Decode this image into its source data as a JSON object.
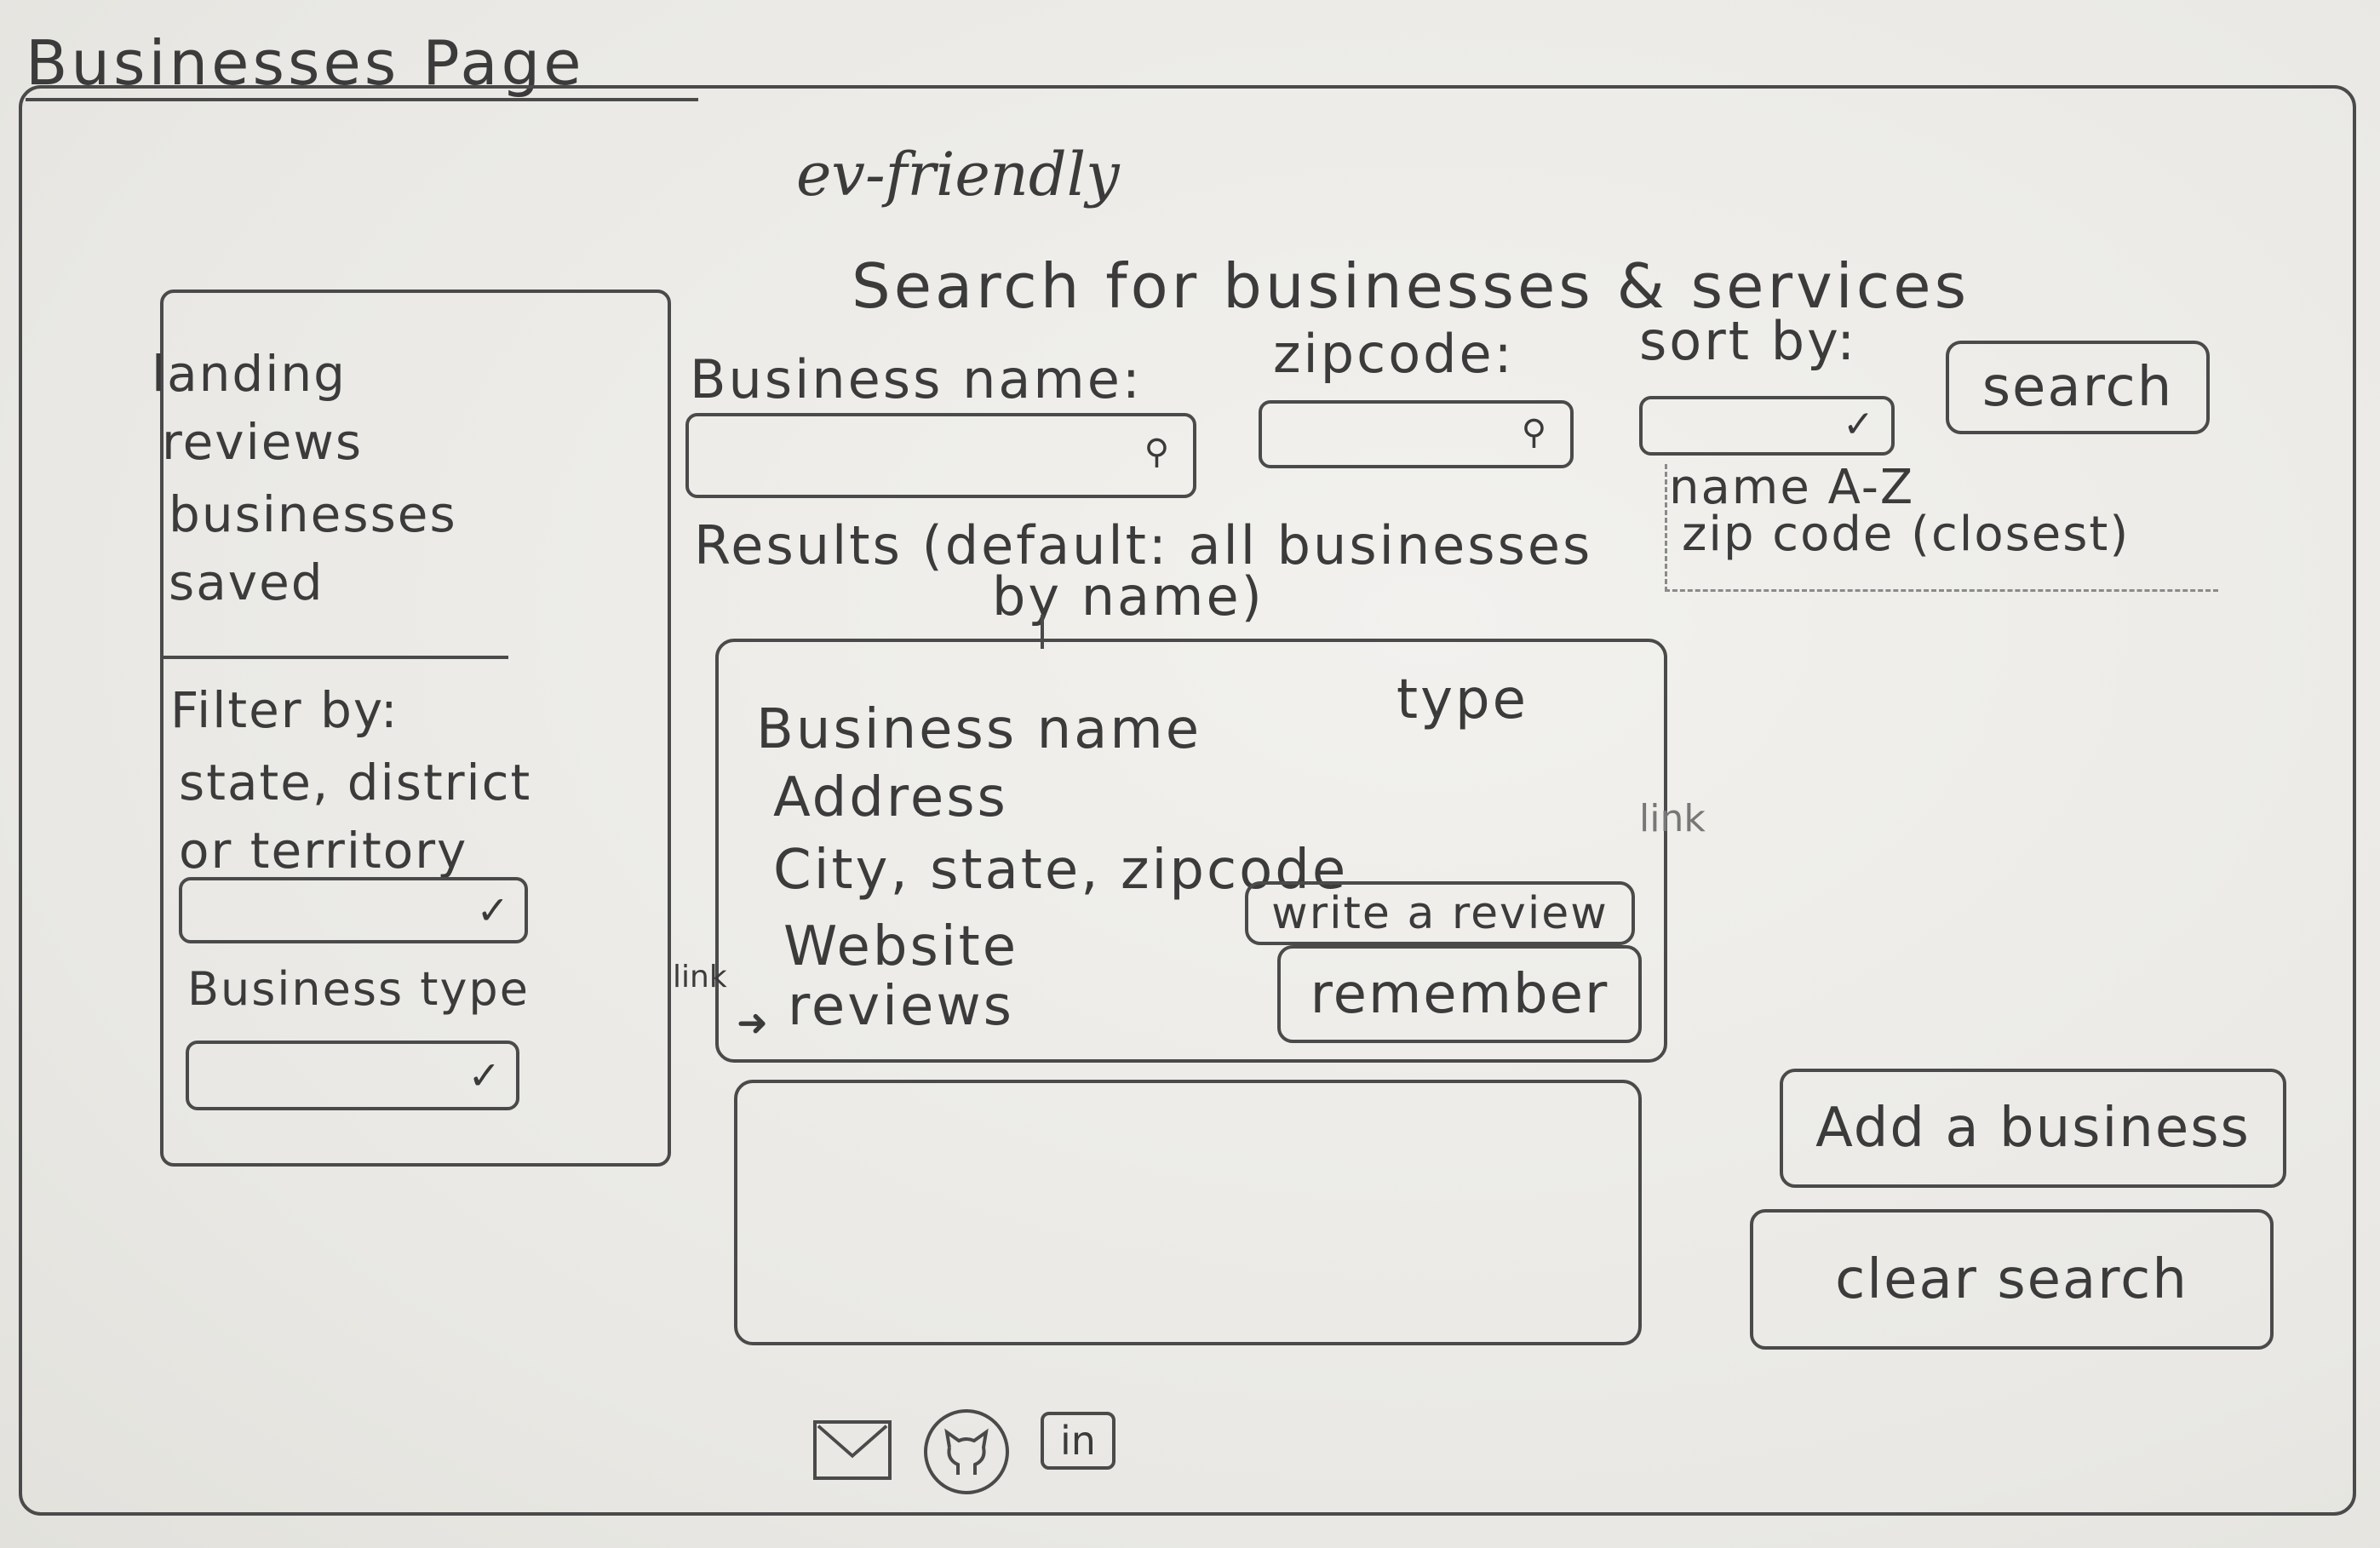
{
  "page_title": "Businesses Page",
  "brand": "ev-friendly",
  "heading": "Search for businesses & services",
  "search": {
    "business_name_label": "Business name:",
    "zipcode_label": "zipcode:",
    "sort_by_label": "sort by:",
    "search_button": "search",
    "sort_options": [
      "name A-Z",
      "zip code (closest)"
    ],
    "search_icon": "magnifier-icon",
    "dropdown_icon": "check-chevron-icon"
  },
  "results": {
    "label_line1": "Results (default: all businesses",
    "label_line2": "by name)"
  },
  "sidebar": {
    "nav": [
      "landing",
      "reviews",
      "businesses",
      "saved"
    ],
    "filter_label_line1": "Filter by:",
    "filter_label_line2": "state, district",
    "filter_label_line3": "or territory",
    "business_type_label": "Business type"
  },
  "card": {
    "business_name": "Business name",
    "type": "type",
    "address": "Address",
    "city_state_zip": "City, state, zipcode",
    "website": "Website",
    "reviews": "reviews",
    "write_review_button": "write a review",
    "remember_button": "remember",
    "link_note_left": "link",
    "link_note_right": "link"
  },
  "actions": {
    "add_business": "Add a business",
    "clear_search": "clear search"
  },
  "footer": {
    "icons": [
      "mail-icon",
      "github-icon",
      "linkedin-icon"
    ],
    "linkedin_text": "in"
  }
}
